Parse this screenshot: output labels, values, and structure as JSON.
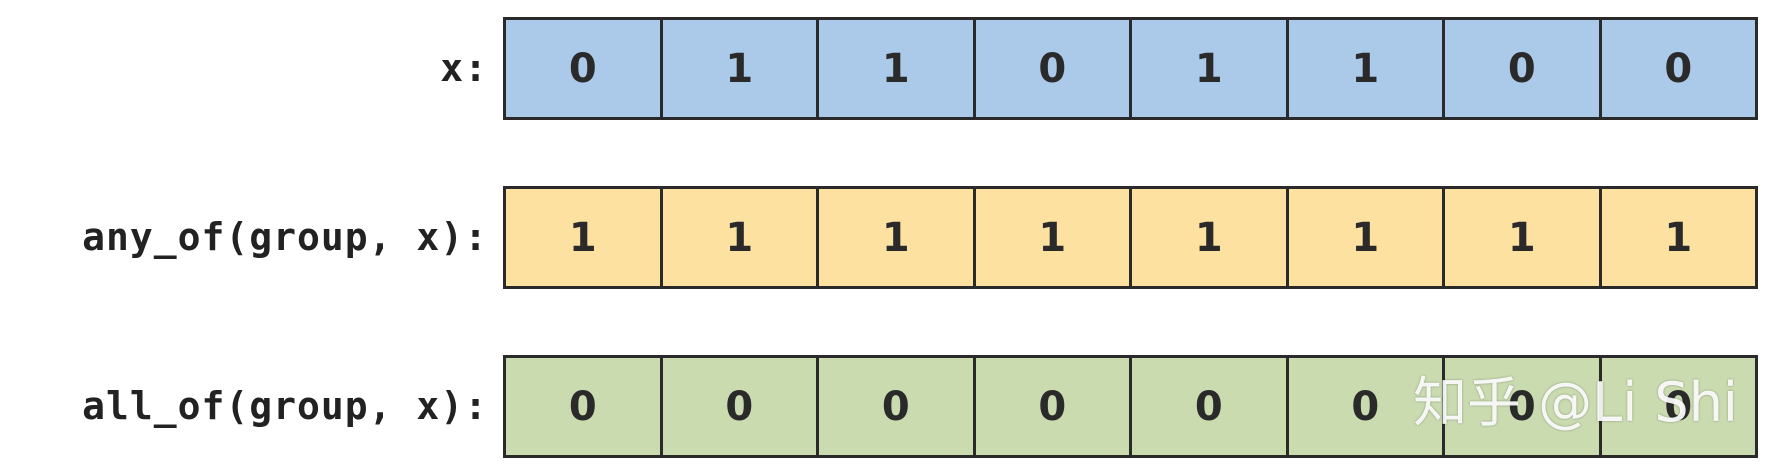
{
  "rows": [
    {
      "label": "x:",
      "color": "#abc9e8",
      "values": [
        "0",
        "1",
        "1",
        "0",
        "1",
        "1",
        "0",
        "0"
      ]
    },
    {
      "label": "any_of(group, x):",
      "color": "#fce1a1",
      "values": [
        "1",
        "1",
        "1",
        "1",
        "1",
        "1",
        "1",
        "1"
      ]
    },
    {
      "label": "all_of(group, x):",
      "color": "#cadbb0",
      "values": [
        "0",
        "0",
        "0",
        "0",
        "0",
        "0",
        "0",
        "0"
      ]
    }
  ],
  "watermark": "知乎 @Li Shi"
}
